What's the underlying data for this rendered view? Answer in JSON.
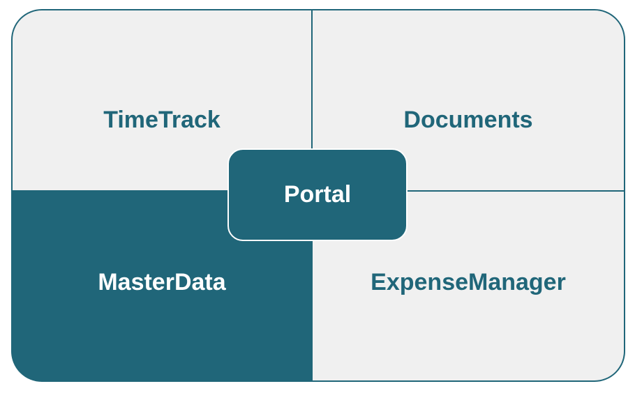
{
  "quadrants": {
    "top_left": "TimeTrack",
    "top_right": "Documents",
    "bottom_left": "MasterData",
    "bottom_right": "ExpenseManager"
  },
  "center": "Portal",
  "colors": {
    "accent": "#206679",
    "light_fill": "#f0f0f0",
    "text_on_dark": "#ffffff"
  }
}
